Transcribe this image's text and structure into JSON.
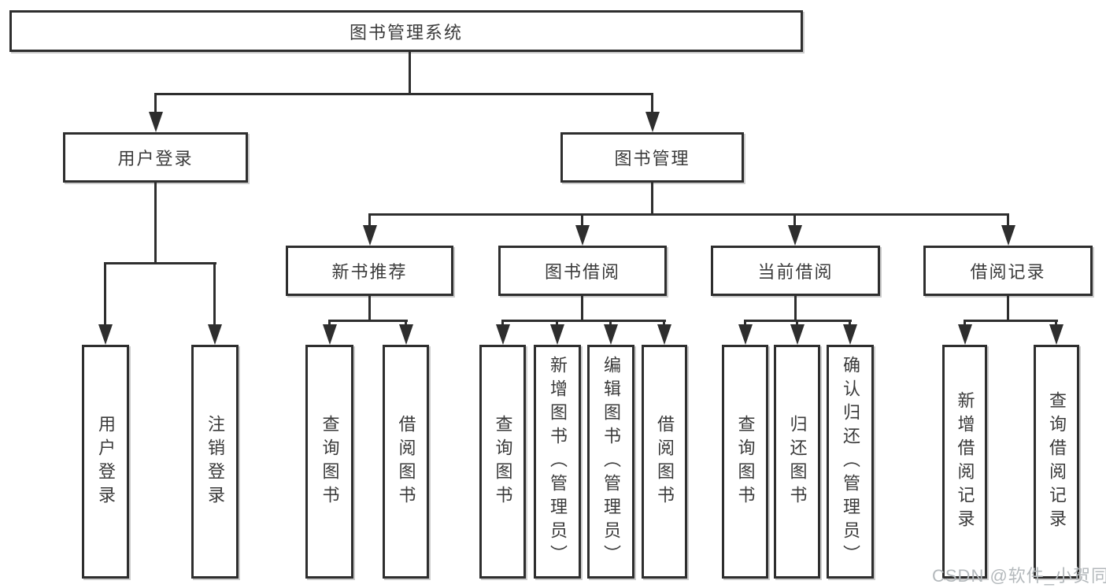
{
  "tree": {
    "root": {
      "label": "图书管理系统"
    },
    "branches": [
      {
        "label": "用户登录",
        "children": [
          {
            "label": "用户登录"
          },
          {
            "label": "注销登录"
          }
        ]
      },
      {
        "label": "图书管理",
        "children": [
          {
            "label": "新书推荐",
            "children": [
              {
                "label": "查询图书"
              },
              {
                "label": "借阅图书"
              }
            ]
          },
          {
            "label": "图书借阅",
            "children": [
              {
                "label": "查询图书"
              },
              {
                "label": "新增图书（管理员）"
              },
              {
                "label": "编辑图书（管理员）"
              },
              {
                "label": "借阅图书"
              }
            ]
          },
          {
            "label": "当前借阅",
            "children": [
              {
                "label": "查询图书"
              },
              {
                "label": "归还图书"
              },
              {
                "label": "确认归还（管理员）"
              }
            ]
          },
          {
            "label": "借阅记录",
            "children": [
              {
                "label": "新增借阅记录"
              },
              {
                "label": "查询借阅记录"
              }
            ]
          }
        ]
      }
    ]
  },
  "watermark": {
    "text": "CSDN @软件_小贺同学"
  },
  "colors": {
    "line": "#2e2e2e",
    "text": "#3a3a3a",
    "watermark": "#b4b9bc",
    "background": "#ffffff"
  }
}
